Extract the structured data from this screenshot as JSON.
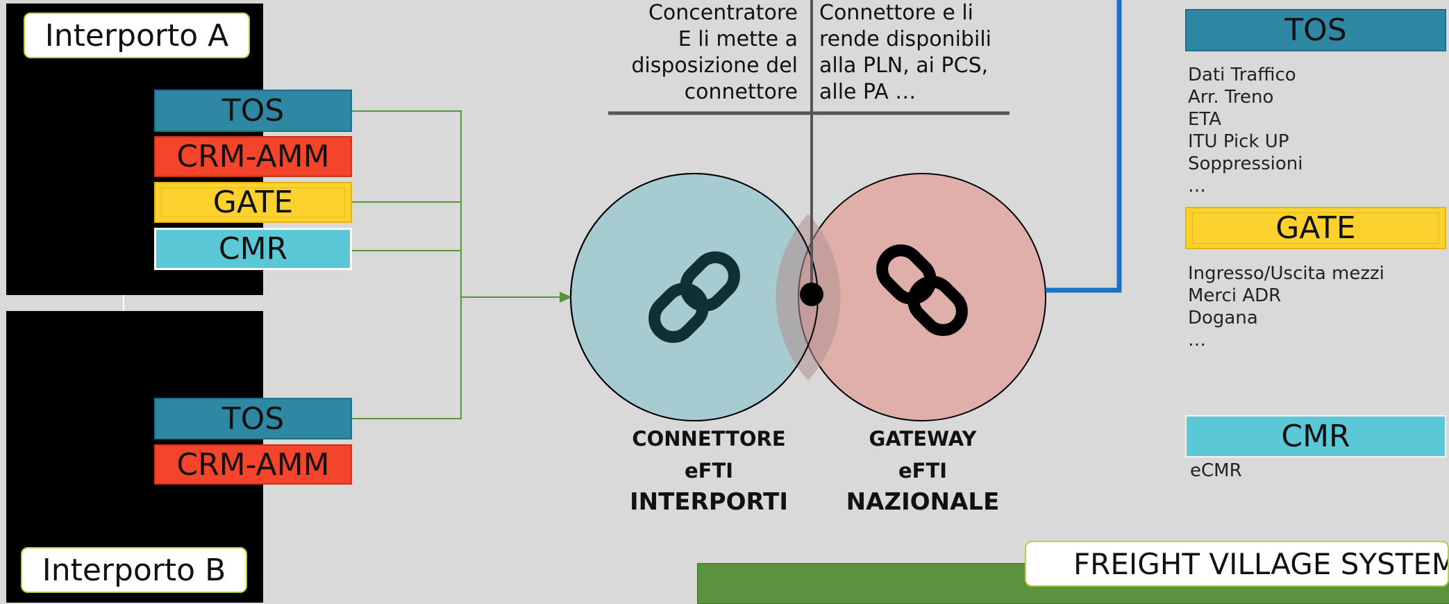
{
  "interporto_a": {
    "title": "Interporto A",
    "boxes": {
      "tos": "TOS",
      "crm": "CRM-AMM",
      "gate": "GATE",
      "cmr": "CMR"
    }
  },
  "interporto_b": {
    "title": "Interporto B",
    "boxes": {
      "tos": "TOS",
      "crm": "CRM-AMM"
    }
  },
  "description": {
    "left": [
      "Concentratore",
      "E li mette a",
      "disposizione del",
      "connettore"
    ],
    "right": [
      "Connettore e li",
      "rende disponibili",
      "alla PLN, ai PCS,",
      "alle PA …"
    ]
  },
  "connettore": {
    "line1": "CONNETTORE",
    "line2": "eFTI",
    "line3": "INTERPORTI"
  },
  "gateway": {
    "line1": "GATEWAY",
    "line2": "eFTI",
    "line3": "NAZIONALE"
  },
  "right_panel": {
    "tos": {
      "label": "TOS",
      "items": [
        "Dati Traffico",
        "Arr. Treno",
        "ETA",
        "ITU Pick UP",
        "Soppressioni",
        "…"
      ]
    },
    "gate": {
      "label": "GATE",
      "items": [
        "Ingresso/Uscita mezzi",
        "Merci ADR",
        "Dogana",
        "…"
      ]
    },
    "cmr": {
      "label": "CMR",
      "items": [
        "eCMR"
      ]
    }
  },
  "footer": {
    "title": "FREIGHT VILLAGE SYSTEM"
  },
  "colors": {
    "background": "#d9d9d9",
    "tos": "#2e87a3",
    "crm": "#f4452c",
    "gate": "#fbd22d",
    "cmr": "#5bc8d8",
    "connettore_circle": "#a6cbd1",
    "gateway_circle": "#e0aaa4",
    "arrow_green": "#5a9240",
    "link_blue": "#1873c8",
    "footer_bar": "#5a9240"
  },
  "icons": [
    "link-icon",
    "link-icon",
    "arrow-right-icon"
  ]
}
